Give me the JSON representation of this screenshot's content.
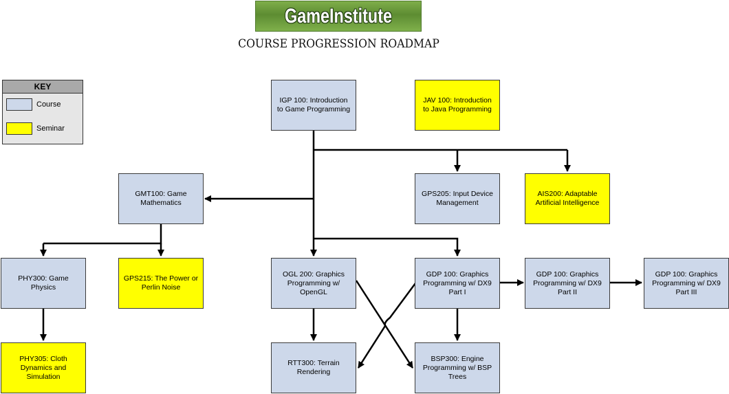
{
  "logo_text": "GameInstitute",
  "subtitle": "COURSE PROGRESSION ROADMAP",
  "key": {
    "title": "KEY",
    "items": [
      {
        "label": "Course",
        "color": "#cdd8ea"
      },
      {
        "label": "Seminar",
        "color": "#ffff00"
      }
    ]
  },
  "nodes": {
    "igp100": {
      "label": "IGP 100: Introduction to Game Programming",
      "type": "course"
    },
    "jav100": {
      "label": "JAV 100: Introduction to Java Programming",
      "type": "seminar"
    },
    "gmt100": {
      "label": "GMT100: Game Mathematics",
      "type": "course"
    },
    "gps205": {
      "label": "GPS205: Input Device Management",
      "type": "course"
    },
    "ais200": {
      "label": "AIS200: Adaptable Artificial Intelligence",
      "type": "seminar"
    },
    "phy300": {
      "label": "PHY300: Game Physics",
      "type": "course"
    },
    "gps215": {
      "label": "GPS215: The Power or Perlin Noise",
      "type": "seminar"
    },
    "ogl200": {
      "label": "OGL 200: Graphics Programming w/ OpenGL",
      "type": "course"
    },
    "gdp100a": {
      "label": "GDP 100: Graphics Programming w/ DX9 Part I",
      "type": "course"
    },
    "gdp100b": {
      "label": "GDP 100: Graphics Programming w/ DX9 Part II",
      "type": "course"
    },
    "gdp100c": {
      "label": "GDP 100: Graphics Programming w/ DX9 Part III",
      "type": "course"
    },
    "phy305": {
      "label": "PHY305: Cloth Dynamics and Simulation",
      "type": "seminar"
    },
    "rtt300": {
      "label": "RTT300: Terrain Rendering",
      "type": "course"
    },
    "bsp300": {
      "label": "BSP300: Engine Programming w/ BSP Trees",
      "type": "course"
    }
  },
  "edges": [
    [
      "igp100",
      "gmt100"
    ],
    [
      "igp100",
      "gps205"
    ],
    [
      "igp100",
      "ais200"
    ],
    [
      "igp100",
      "ogl200"
    ],
    [
      "igp100",
      "gdp100a"
    ],
    [
      "gmt100",
      "phy300"
    ],
    [
      "gmt100",
      "gps215"
    ],
    [
      "phy300",
      "phy305"
    ],
    [
      "ogl200",
      "rtt300"
    ],
    [
      "ogl200",
      "bsp300"
    ],
    [
      "gdp100a",
      "rtt300"
    ],
    [
      "gdp100a",
      "bsp300"
    ],
    [
      "gdp100a",
      "gdp100b"
    ],
    [
      "gdp100b",
      "gdp100c"
    ]
  ]
}
